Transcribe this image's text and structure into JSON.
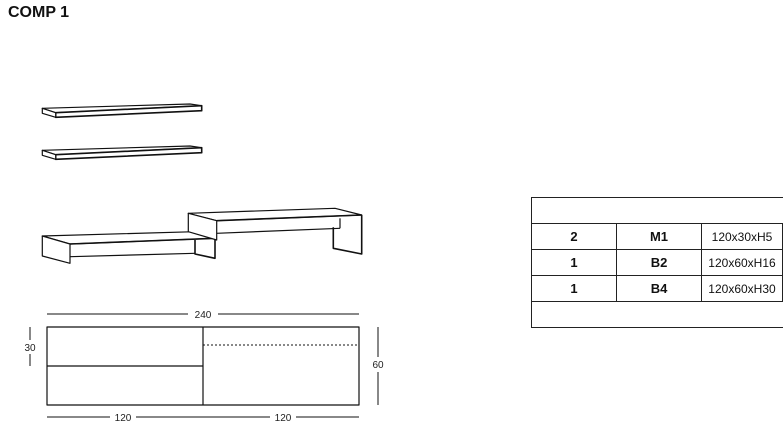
{
  "title": "COMP 1",
  "plan_dimensions": {
    "total_width": "240",
    "left_width": "120",
    "right_width": "120",
    "shelf_depth": "30",
    "bench_depth": "60"
  },
  "components_table": {
    "rows": [
      {
        "qty": "2",
        "code": "M1",
        "size": "120x30xH5"
      },
      {
        "qty": "1",
        "code": "B2",
        "size": "120x60xH16"
      },
      {
        "qty": "1",
        "code": "B4",
        "size": "120x60xH30"
      }
    ]
  }
}
